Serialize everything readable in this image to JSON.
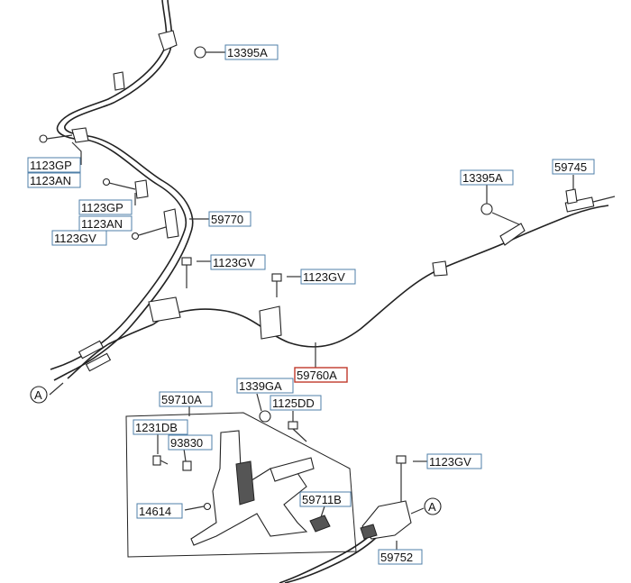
{
  "callouts": [
    {
      "id": "c1",
      "text": "13395A"
    },
    {
      "id": "c2",
      "text": "1123GP"
    },
    {
      "id": "c3",
      "text": "1123AN"
    },
    {
      "id": "c4",
      "text": "1123GP"
    },
    {
      "id": "c5",
      "text": "1123AN"
    },
    {
      "id": "c6",
      "text": "1123GV"
    },
    {
      "id": "c7",
      "text": "59770"
    },
    {
      "id": "c8",
      "text": "1123GV"
    },
    {
      "id": "c9",
      "text": "1123GV"
    },
    {
      "id": "c10",
      "text": "13395A"
    },
    {
      "id": "c11",
      "text": "59745"
    },
    {
      "id": "c12",
      "text": "59760A",
      "highlight": true
    },
    {
      "id": "c13",
      "text": "1339GA"
    },
    {
      "id": "c14",
      "text": "1125DD"
    },
    {
      "id": "c15",
      "text": "59710A"
    },
    {
      "id": "c16",
      "text": "1231DB"
    },
    {
      "id": "c17",
      "text": "93830"
    },
    {
      "id": "c18",
      "text": "14614"
    },
    {
      "id": "c19",
      "text": "59711B"
    },
    {
      "id": "c20",
      "text": "1123GV"
    },
    {
      "id": "c21",
      "text": "59752"
    }
  ],
  "ref_markers": [
    {
      "id": "m1",
      "text": "A"
    },
    {
      "id": "m2",
      "text": "A"
    }
  ]
}
